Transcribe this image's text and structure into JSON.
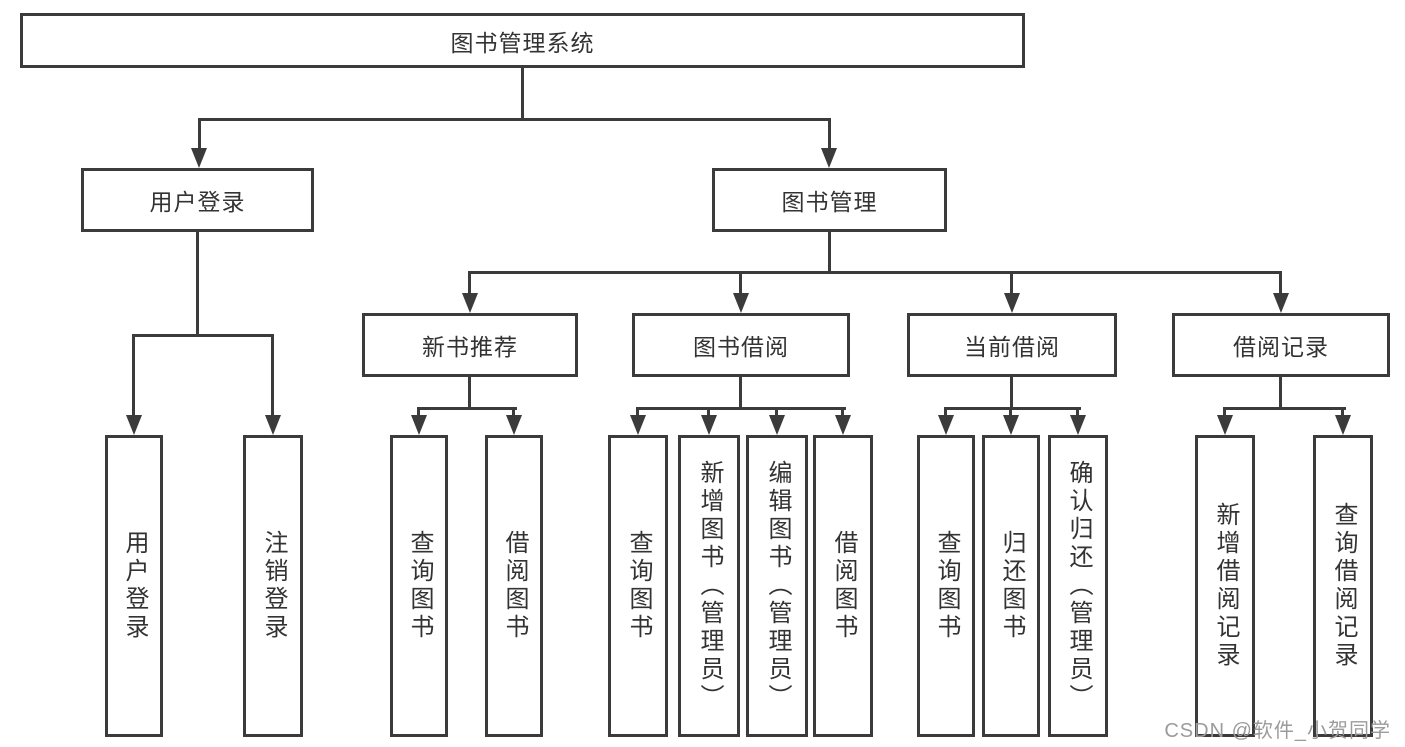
{
  "page": {
    "background": "#ffffff"
  },
  "diagram": {
    "type": "hierarchy-tree",
    "line_color": "#3b3b3b",
    "text_color": "#333333",
    "root": {
      "label": "图书管理系统"
    },
    "level2": [
      {
        "id": "user-login",
        "label": "用户登录",
        "children": [
          "用户登录",
          "注销登录"
        ]
      },
      {
        "id": "book-management",
        "label": "图书管理"
      }
    ],
    "level3": [
      {
        "id": "new-book-recommend",
        "label": "新书推荐",
        "children": [
          "查询图书",
          "借阅图书"
        ]
      },
      {
        "id": "book-borrowing",
        "label": "图书借阅",
        "children": [
          "查询图书",
          "新增图书（管理员）",
          "编辑图书（管理员）",
          "借阅图书"
        ]
      },
      {
        "id": "current-borrowing",
        "label": "当前借阅",
        "children": [
          "查询图书",
          "归还图书",
          "确认归还（管理员）"
        ]
      },
      {
        "id": "borrowing-records",
        "label": "借阅记录",
        "children": [
          "新增借阅记录",
          "查询借阅记录"
        ]
      }
    ]
  },
  "watermark": {
    "text": "CSDN @软件_小贺同学",
    "color": "#9b9b9b"
  }
}
